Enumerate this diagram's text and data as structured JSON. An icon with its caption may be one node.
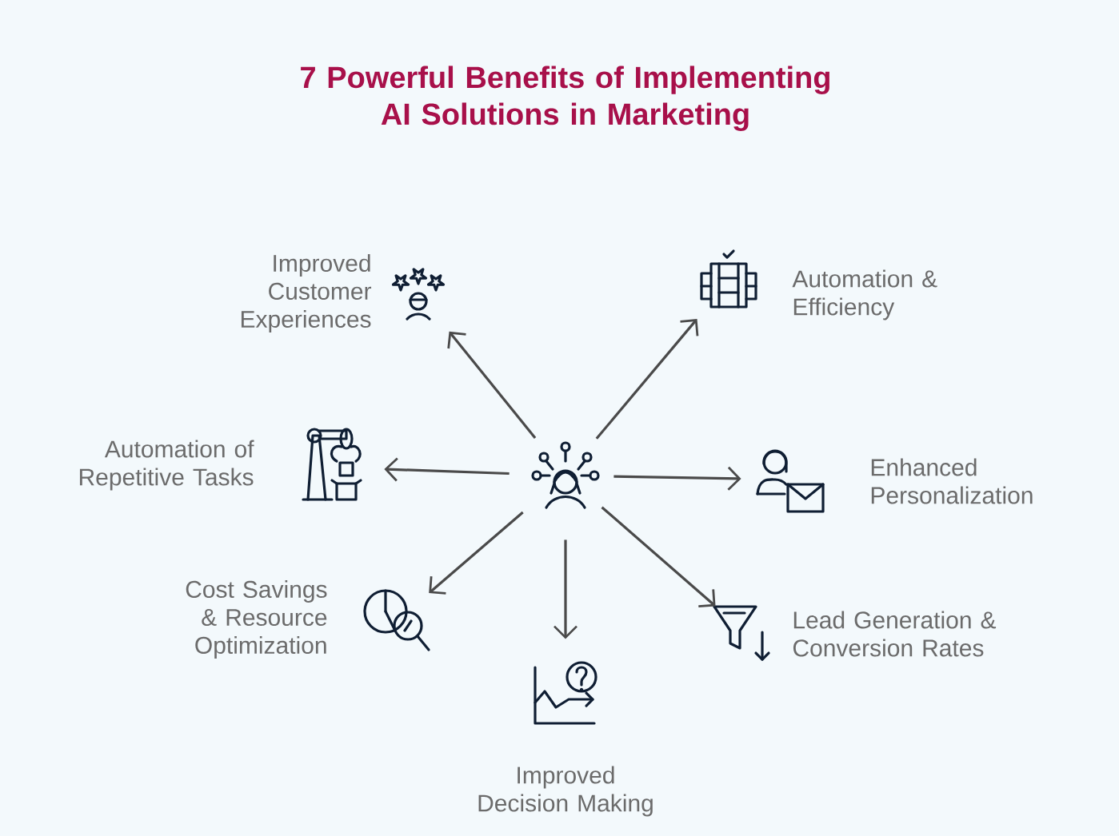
{
  "diagram": {
    "title": "7 Powerful Benefits of Implementing AI Solutions in Marketing",
    "nodes": [
      {
        "text": [],
        "shape": "picture"
      },
      {
        "text": [],
        "shape": "picture",
        "beside": [
          "Improved Customer Experiences"
        ]
      },
      {
        "text": [],
        "shape": "picture",
        "beside": [
          "Automation & Efficiency"
        ]
      },
      {
        "text": [],
        "shape": "picture",
        "beside": [
          "Automation of Repetitive Tasks"
        ]
      },
      {
        "text": [],
        "shape": "picture",
        "beside": [
          "Enhanced Personalization"
        ]
      },
      {
        "text": [],
        "shape": "picture",
        "beside": [
          "Cost Savings & Resource Optimization"
        ]
      },
      {
        "text": [],
        "shape": "picture",
        "beside": [
          "Lead Generation & Conversion Rates"
        ]
      },
      {
        "text": [],
        "shape": "picture",
        "beside": [
          "Improved Decision Making"
        ]
      }
    ],
    "edges": [
      {
        "from": 0,
        "to": 1,
        "arrow": "to"
      },
      {
        "from": 0,
        "to": 2,
        "arrow": "to"
      },
      {
        "from": 0,
        "to": 3,
        "arrow": "to"
      },
      {
        "from": 0,
        "to": 4,
        "arrow": "to"
      },
      {
        "from": 0,
        "to": 5,
        "arrow": "to"
      },
      {
        "from": 0,
        "to": 6,
        "arrow": "to"
      },
      {
        "from": 0,
        "to": 7,
        "arrow": "to"
      }
    ]
  }
}
